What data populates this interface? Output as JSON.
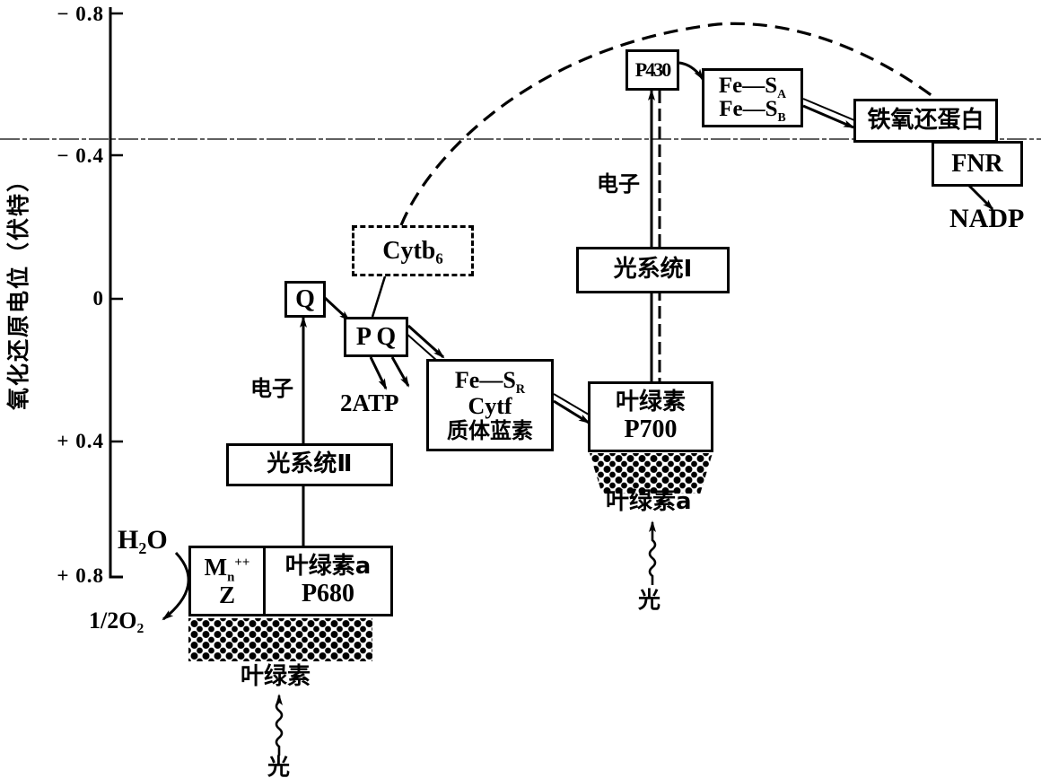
{
  "y_axis": {
    "label": "氧化还原电位（伏特）",
    "ticks": [
      "− 0.8",
      "− 0.4",
      "0",
      "+ 0.4",
      "+ 0.8"
    ]
  },
  "photosystem_ii": {
    "water": "H₂O",
    "oxygen": "1/2O₂",
    "mn_z": {
      "m": "M",
      "m_sub": "n",
      "m_sup": "++",
      "z": "Z"
    },
    "reaction_center": {
      "line1": "叶绿素a",
      "line2": "P680"
    },
    "antenna_label": "叶绿素",
    "light_label": "光",
    "system_label": "光系统Ⅱ",
    "electron_label": "电子"
  },
  "electron_transport": {
    "q": "Q",
    "pq": "P Q",
    "atp": "2ATP",
    "cytb6": "Cytb₆",
    "fes_cytf": {
      "fes": "Fe—S",
      "fes_sub": "R",
      "cytf": "Cytf",
      "plastocyanin": "质体蓝素"
    }
  },
  "photosystem_i": {
    "reaction_center": {
      "line1": "叶绿素",
      "line2": "P700"
    },
    "antenna_label": "叶绿素a",
    "light_label": "光",
    "system_label": "光系统Ⅰ",
    "electron_label": "电子",
    "p430": "P430",
    "fes_ab": {
      "fes_a": "Fe—S",
      "fes_a_sub": "A",
      "fes_b": "Fe—S",
      "fes_b_sub": "B"
    },
    "ferredoxin": "铁氧还蛋白",
    "fnr": "FNR",
    "nadp": "NADP"
  }
}
